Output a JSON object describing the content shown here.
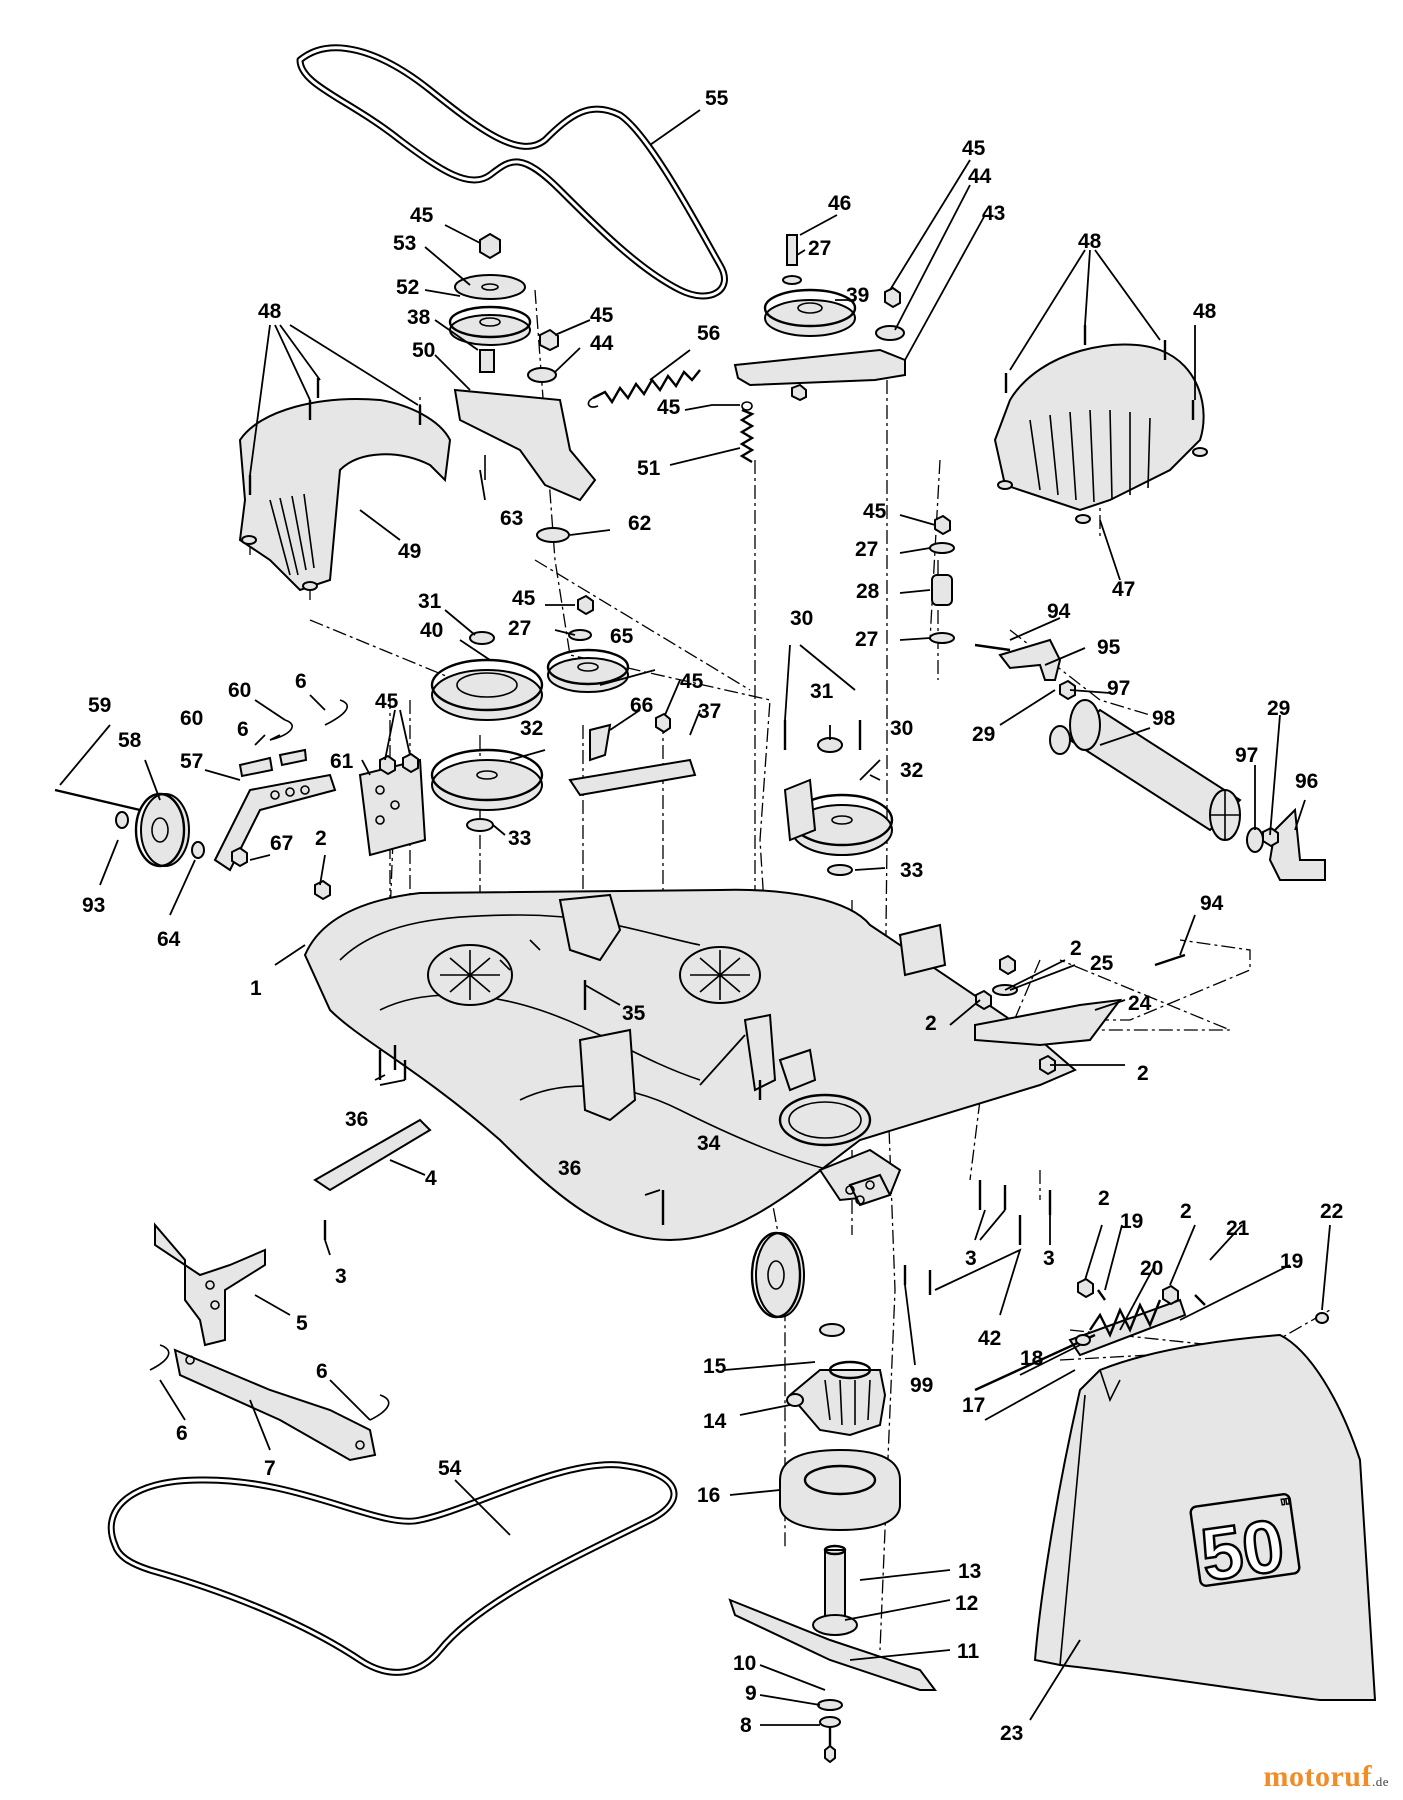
{
  "diagram": {
    "decal_size": "50",
    "decal_unit": "\"",
    "callouts": [
      {
        "id": "c55",
        "text": "55"
      },
      {
        "id": "c45a",
        "text": "45"
      },
      {
        "id": "c53",
        "text": "53"
      },
      {
        "id": "c52",
        "text": "52"
      },
      {
        "id": "c38",
        "text": "38"
      },
      {
        "id": "c50",
        "text": "50"
      },
      {
        "id": "c48a",
        "text": "48"
      },
      {
        "id": "c45b",
        "text": "45"
      },
      {
        "id": "c44a",
        "text": "44"
      },
      {
        "id": "c56",
        "text": "56"
      },
      {
        "id": "c45c",
        "text": "45"
      },
      {
        "id": "c51",
        "text": "51"
      },
      {
        "id": "c63",
        "text": "63"
      },
      {
        "id": "c62",
        "text": "62"
      },
      {
        "id": "c49",
        "text": "49"
      },
      {
        "id": "c46",
        "text": "46"
      },
      {
        "id": "c27a",
        "text": "27"
      },
      {
        "id": "c39",
        "text": "39"
      },
      {
        "id": "c45d",
        "text": "45"
      },
      {
        "id": "c44b",
        "text": "44"
      },
      {
        "id": "c43",
        "text": "43"
      },
      {
        "id": "c48b",
        "text": "48"
      },
      {
        "id": "c48c",
        "text": "48"
      },
      {
        "id": "c47",
        "text": "47"
      },
      {
        "id": "c45e",
        "text": "45"
      },
      {
        "id": "c27b",
        "text": "27"
      },
      {
        "id": "c28",
        "text": "28"
      },
      {
        "id": "c27c",
        "text": "27"
      },
      {
        "id": "c94a",
        "text": "94"
      },
      {
        "id": "c95",
        "text": "95"
      },
      {
        "id": "c97a",
        "text": "97"
      },
      {
        "id": "c29a",
        "text": "29"
      },
      {
        "id": "c98",
        "text": "98"
      },
      {
        "id": "c29b",
        "text": "29"
      },
      {
        "id": "c97b",
        "text": "97"
      },
      {
        "id": "c96",
        "text": "96"
      },
      {
        "id": "c31a",
        "text": "31"
      },
      {
        "id": "c40",
        "text": "40"
      },
      {
        "id": "c45f",
        "text": "45"
      },
      {
        "id": "c27d",
        "text": "27"
      },
      {
        "id": "c65",
        "text": "65"
      },
      {
        "id": "c32a",
        "text": "32"
      },
      {
        "id": "c33a",
        "text": "33"
      },
      {
        "id": "c66",
        "text": "66"
      },
      {
        "id": "c45g",
        "text": "45"
      },
      {
        "id": "c37",
        "text": "37"
      },
      {
        "id": "c30a",
        "text": "30"
      },
      {
        "id": "c31b",
        "text": "31"
      },
      {
        "id": "c30b",
        "text": "30"
      },
      {
        "id": "c32b",
        "text": "32"
      },
      {
        "id": "c33b",
        "text": "33"
      },
      {
        "id": "c59",
        "text": "59"
      },
      {
        "id": "c58",
        "text": "58"
      },
      {
        "id": "c60a",
        "text": "60"
      },
      {
        "id": "c6a",
        "text": "6"
      },
      {
        "id": "c60b",
        "text": "60"
      },
      {
        "id": "c6b",
        "text": "6"
      },
      {
        "id": "c57",
        "text": "57"
      },
      {
        "id": "c45h",
        "text": "45"
      },
      {
        "id": "c61",
        "text": "61"
      },
      {
        "id": "c93",
        "text": "93"
      },
      {
        "id": "c64",
        "text": "64"
      },
      {
        "id": "c67",
        "text": "67"
      },
      {
        "id": "c2a",
        "text": "2"
      },
      {
        "id": "c1",
        "text": "1"
      },
      {
        "id": "c35",
        "text": "35"
      },
      {
        "id": "c94b",
        "text": "94"
      },
      {
        "id": "c2b",
        "text": "2"
      },
      {
        "id": "c25",
        "text": "25"
      },
      {
        "id": "c24",
        "text": "24"
      },
      {
        "id": "c2c",
        "text": "2"
      },
      {
        "id": "c2d",
        "text": "2"
      },
      {
        "id": "c36a",
        "text": "36"
      },
      {
        "id": "c34",
        "text": "34"
      },
      {
        "id": "c4",
        "text": "4"
      },
      {
        "id": "c36b",
        "text": "36"
      },
      {
        "id": "c3a",
        "text": "3"
      },
      {
        "id": "c3b",
        "text": "3"
      },
      {
        "id": "c3c",
        "text": "3"
      },
      {
        "id": "c42",
        "text": "42"
      },
      {
        "id": "c99",
        "text": "99"
      },
      {
        "id": "c2e",
        "text": "2"
      },
      {
        "id": "c19a",
        "text": "19"
      },
      {
        "id": "c2f",
        "text": "2"
      },
      {
        "id": "c21",
        "text": "21"
      },
      {
        "id": "c22",
        "text": "22"
      },
      {
        "id": "c20",
        "text": "20"
      },
      {
        "id": "c19b",
        "text": "19"
      },
      {
        "id": "c5",
        "text": "5"
      },
      {
        "id": "c6c",
        "text": "6"
      },
      {
        "id": "c6d",
        "text": "6"
      },
      {
        "id": "c7",
        "text": "7"
      },
      {
        "id": "c54",
        "text": "54"
      },
      {
        "id": "c15",
        "text": "15"
      },
      {
        "id": "c14",
        "text": "14"
      },
      {
        "id": "c18",
        "text": "18"
      },
      {
        "id": "c17",
        "text": "17"
      },
      {
        "id": "c16",
        "text": "16"
      },
      {
        "id": "c13",
        "text": "13"
      },
      {
        "id": "c12",
        "text": "12"
      },
      {
        "id": "c11",
        "text": "11"
      },
      {
        "id": "c10",
        "text": "10"
      },
      {
        "id": "c9",
        "text": "9"
      },
      {
        "id": "c8",
        "text": "8"
      },
      {
        "id": "c23",
        "text": "23"
      }
    ]
  },
  "watermark": {
    "brand": "motoruf",
    "tld": ".de"
  }
}
